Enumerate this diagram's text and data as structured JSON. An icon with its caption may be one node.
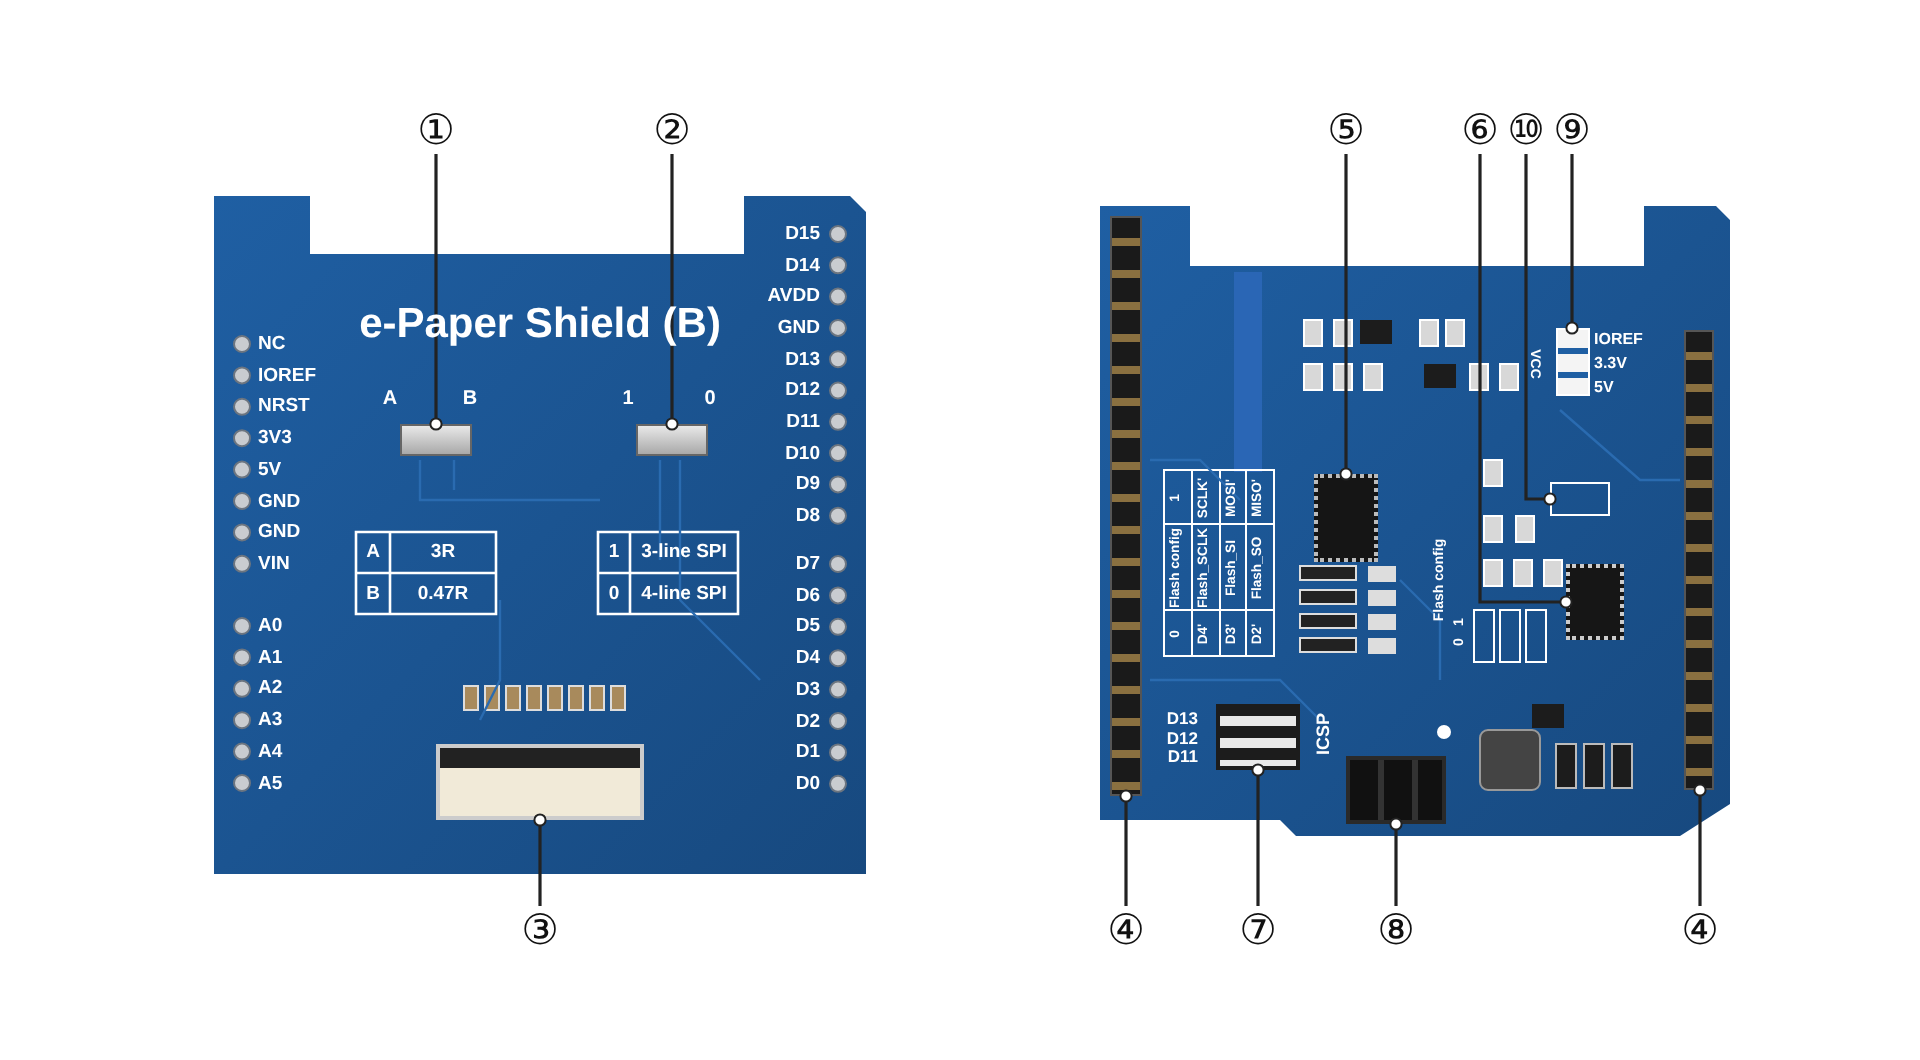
{
  "diagram": {
    "nodes": [
      {
        "text": [
          "①"
        ]
      },
      {
        "text": [
          "②"
        ]
      },
      {
        "text": [
          "⑤"
        ]
      },
      {
        "text": [
          "⑥"
        ]
      },
      {
        "text": [
          "⑩"
        ]
      },
      {
        "text": [
          "⑨"
        ]
      },
      {
        "text": [],
        "shape": "box"
      },
      {
        "text": [],
        "shape": "box"
      },
      {
        "text": [],
        "shape": "box"
      },
      {
        "text": [],
        "shape": "box"
      },
      {
        "text": [],
        "shape": "box"
      },
      {
        "text": [],
        "shape": "box"
      },
      {
        "text": [],
        "shape": "box"
      },
      {
        "text": [],
        "shape": "box"
      },
      {
        "text": [],
        "shape": "box"
      },
      {
        "text": [],
        "shape": "box"
      },
      {
        "text": [],
        "shape": "box"
      },
      {
        "text": [
          "③"
        ]
      },
      {
        "text": [
          "④"
        ]
      },
      {
        "text": [
          "⑦"
        ]
      },
      {
        "text": [
          "⑧"
        ]
      },
      {
        "text": [
          "④"
        ]
      }
    ],
    "edges": [
      {
        "from": 0,
        "to": 6,
        "arrow": "other"
      },
      {
        "from": 1,
        "to": 7,
        "arrow": "other"
      },
      {
        "from": 17,
        "to": 8,
        "arrow": "other"
      },
      {
        "from": 2,
        "to": 9,
        "arrow": "other"
      },
      {
        "from": 3,
        "to": 12,
        "arrow": "other"
      },
      {
        "from": 4,
        "to": 10,
        "arrow": "other"
      },
      {
        "from": 5,
        "to": 11,
        "arrow": "other"
      },
      {
        "from": 18,
        "to": 13,
        "arrow": "other"
      },
      {
        "from": 19,
        "to": 14,
        "arrow": "other"
      },
      {
        "from": 20,
        "to": 15,
        "arrow": "other"
      },
      {
        "from": 21,
        "to": 16,
        "arrow": "other"
      }
    ],
    "labels": [
      "e-Paper Shield (B)",
      "NC",
      "IOREF",
      "NRST",
      "3V3",
      "5V",
      "GND",
      "GND",
      "VIN",
      "A0",
      "A1",
      "A2",
      "A3",
      "A4",
      "A5",
      "D15",
      "D14",
      "AVDD",
      "GND",
      "D13",
      "D12",
      "D11",
      "D10",
      "D9",
      "D8",
      "D7",
      "D6",
      "D5",
      "D4",
      "D3",
      "D2",
      "D1",
      "D0",
      "A",
      "B",
      "1",
      "0",
      "A",
      "3R",
      "B",
      "0.47R",
      "1",
      "3-line SPI",
      "0",
      "4-line SPI",
      "IOREF",
      "3.3V",
      "5V",
      "VCC",
      "0",
      "Flash config",
      "1",
      "D4'",
      "Flash_SCLK",
      "SCLK'",
      "D3'",
      "Flash_SI",
      "MOSI'",
      "D2'",
      "Flash_SO",
      "MISO'",
      "Flash config",
      "0",
      "1",
      "D13",
      "D12",
      "D11",
      "ICSP"
    ]
  }
}
